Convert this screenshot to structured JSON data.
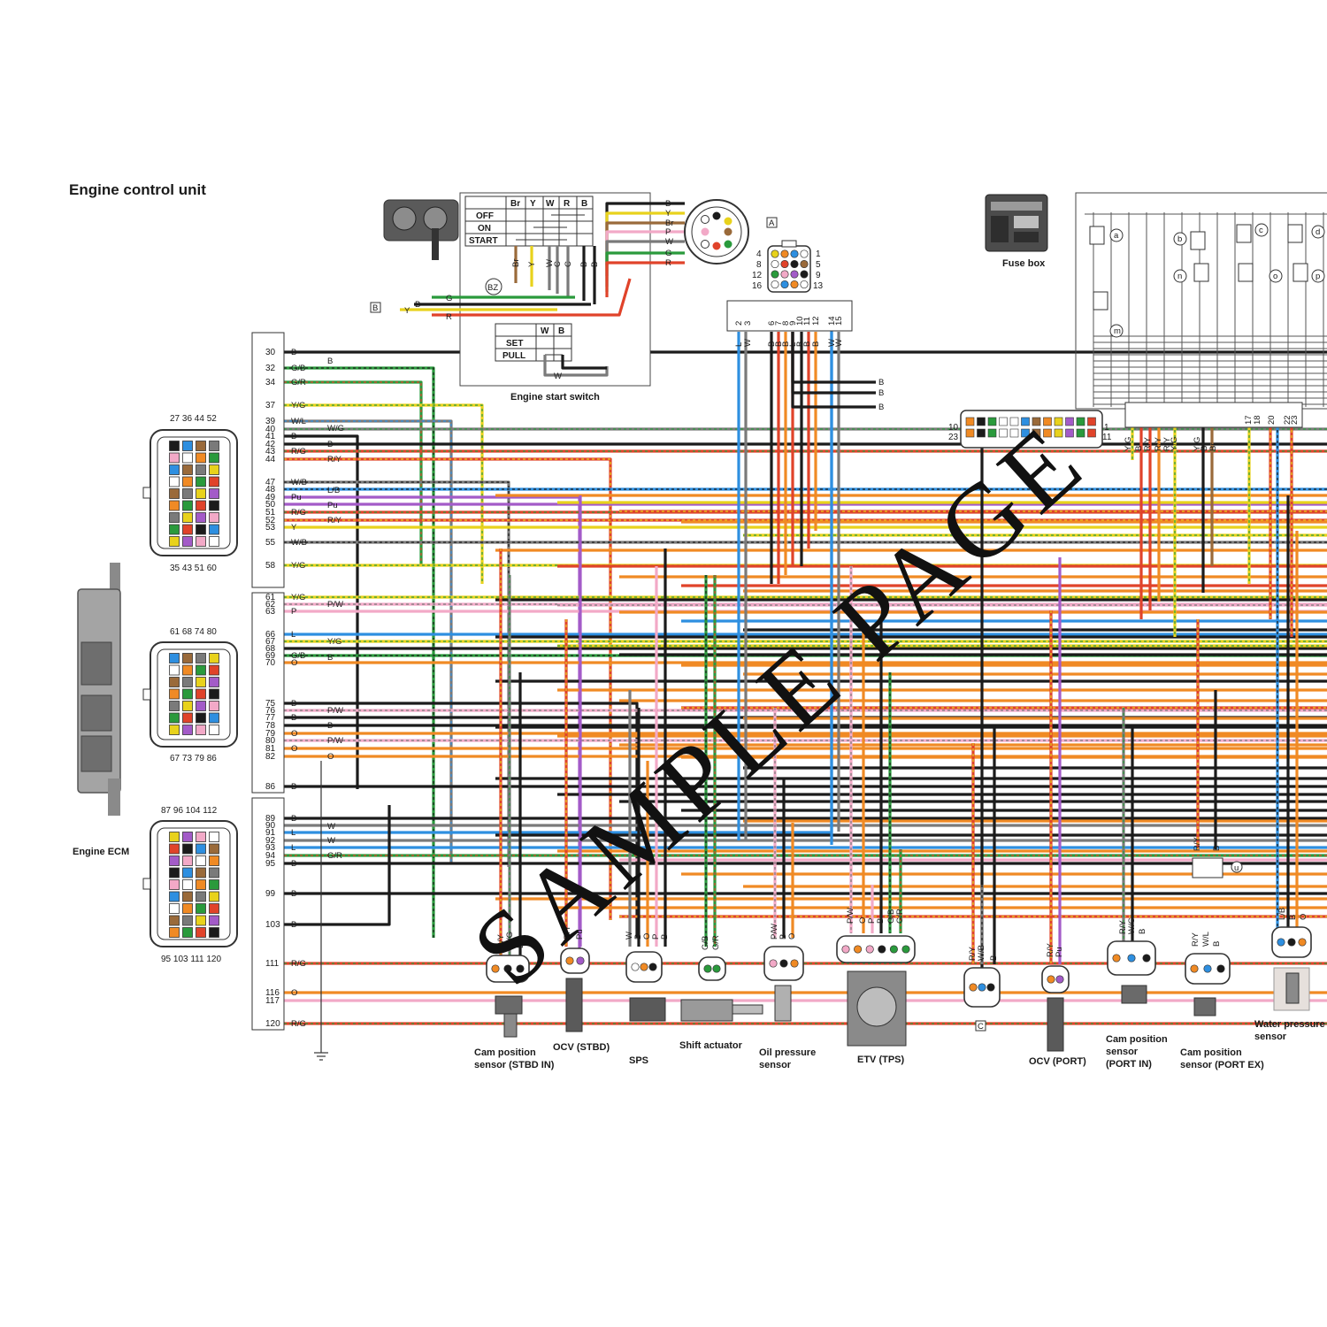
{
  "title": "Engine control unit",
  "watermark": "SAMPLE PAGE",
  "captions": {
    "engine_ecm": "Engine ECM",
    "engine_start_switch": "Engine start switch",
    "fuse_box": "Fuse box",
    "cam_stbd_in_1": "Cam position",
    "cam_stbd_in_2": "sensor (STBD IN)",
    "ocv_stbd": "OCV (STBD)",
    "sps": "SPS",
    "shift_actuator": "Shift actuator",
    "oil_pressure_1": "Oil pressure",
    "oil_pressure_2": "sensor",
    "etv": "ETV (TPS)",
    "ocv_port": "OCV (PORT)",
    "cam_port_in_1": "Cam position",
    "cam_port_in_2": "sensor",
    "cam_port_in_3": "(PORT IN)",
    "cam_port_ex_1": "Cam position",
    "cam_port_ex_2": "sensor (PORT EX)",
    "water_pressure_1": "Water pressure",
    "water_pressure_2": "sensor"
  },
  "connector_labels": {
    "c1_top": "27 36 44 52",
    "c1_bottom": "35 43 51 60",
    "c2_top": "61 68 74 80",
    "c2_bottom": "67 73 79 86",
    "c3_top": "87  96 104 112",
    "c3_bottom": "95  103 111 120",
    "box_a": "A",
    "box_b": "B",
    "box_c": "C",
    "bz": "BZ",
    "j_4": "4",
    "j_8": "8",
    "j_12": "12",
    "j_16": "16",
    "j_1": "1",
    "j_5": "5",
    "j_9": "9",
    "j_13": "13",
    "h_10": "10",
    "h_23": "23",
    "h_1": "1",
    "h_11": "11"
  },
  "switch_table": {
    "headers": [
      "Br",
      "Y",
      "W",
      "R",
      "B"
    ],
    "rows": [
      "OFF",
      "ON",
      "START"
    ],
    "set_headers": [
      "W",
      "B"
    ],
    "set_rows": [
      "SET",
      "PULL"
    ]
  },
  "switch_wires": [
    "B",
    "Y",
    "Br",
    "P",
    "W",
    "G",
    "R"
  ],
  "switch_bottom_wires": [
    "Br",
    "Y",
    "W",
    "C",
    "C",
    "B",
    "B"
  ],
  "switch_left_wires": [
    "G",
    "B",
    "Y",
    "R"
  ],
  "switch_w": "W",
  "junction_pins": [
    "2",
    "3",
    "6",
    "7",
    "8",
    "9",
    "10",
    "11",
    "12",
    "14",
    "15"
  ],
  "junction_colors": [
    "L",
    "W",
    "B",
    "B",
    "B",
    "L",
    "B",
    "B",
    "B",
    "W",
    "W"
  ],
  "fuse_circles": [
    "a",
    "b",
    "c",
    "d",
    "n",
    "o",
    "p",
    "m"
  ],
  "fuse_pin_labels": [
    "17",
    "18",
    "20",
    "22",
    "23"
  ],
  "fuse_wire_labels": [
    "Y/G",
    "B",
    "R/Y",
    "R/Y",
    "R/Y",
    "Y/G",
    "Y/G",
    "B",
    "Br"
  ],
  "right_b": [
    "B",
    "B",
    "B"
  ],
  "colors": {
    "B": "#1b1b1b",
    "W": "#7a7a7a",
    "L": "#2e8fe0",
    "G": "#2a9a3c",
    "R": "#e0432a",
    "O": "#f08a24",
    "Y": "#e8d21c",
    "P": "#f2a9c7",
    "Pu": "#a35bc8",
    "Br": "#9a6a3a",
    "GR": "#7a8a3c"
  },
  "ecm_pins": [
    {
      "pin": "30",
      "wire": "B"
    },
    {
      "pin": "32",
      "wire": "G/B"
    },
    {
      "pin": "34",
      "wire": "G/R"
    },
    {
      "pin": "37",
      "wire": "Y/G"
    },
    {
      "pin": "39",
      "wire": "W/L"
    },
    {
      "pin": "40",
      "wire": ""
    },
    {
      "pin": "41",
      "wire": "B"
    },
    {
      "pin": "42",
      "wire": ""
    },
    {
      "pin": "43",
      "wire": "R/G"
    },
    {
      "pin": "44",
      "wire": ""
    },
    {
      "pin": "47",
      "wire": "W/B"
    },
    {
      "pin": "48",
      "wire": ""
    },
    {
      "pin": "49",
      "wire": "Pu"
    },
    {
      "pin": "50",
      "wire": ""
    },
    {
      "pin": "51",
      "wire": "R/G"
    },
    {
      "pin": "52",
      "wire": ""
    },
    {
      "pin": "53",
      "wire": "Y"
    },
    {
      "pin": "55",
      "wire": "W/B"
    },
    {
      "pin": "58",
      "wire": "Y/G"
    },
    {
      "pin": "61",
      "wire": "Y/G"
    },
    {
      "pin": "62",
      "wire": ""
    },
    {
      "pin": "63",
      "wire": "P"
    },
    {
      "pin": "66",
      "wire": "L"
    },
    {
      "pin": "67",
      "wire": ""
    },
    {
      "pin": "68",
      "wire": ""
    },
    {
      "pin": "69",
      "wire": "G/B"
    },
    {
      "pin": "70",
      "wire": "O"
    },
    {
      "pin": "75",
      "wire": "B"
    },
    {
      "pin": "76",
      "wire": ""
    },
    {
      "pin": "77",
      "wire": "B"
    },
    {
      "pin": "78",
      "wire": ""
    },
    {
      "pin": "79",
      "wire": "O"
    },
    {
      "pin": "80",
      "wire": ""
    },
    {
      "pin": "81",
      "wire": "O"
    },
    {
      "pin": "82",
      "wire": ""
    },
    {
      "pin": "86",
      "wire": "B"
    },
    {
      "pin": "89",
      "wire": "B"
    },
    {
      "pin": "90",
      "wire": ""
    },
    {
      "pin": "91",
      "wire": "L"
    },
    {
      "pin": "92",
      "wire": ""
    },
    {
      "pin": "93",
      "wire": "L"
    },
    {
      "pin": "94",
      "wire": ""
    },
    {
      "pin": "95",
      "wire": "B"
    },
    {
      "pin": "99",
      "wire": "B"
    },
    {
      "pin": "103",
      "wire": "B"
    },
    {
      "pin": "111",
      "wire": "R/G"
    },
    {
      "pin": "116",
      "wire": "O"
    },
    {
      "pin": "117",
      "wire": ""
    },
    {
      "pin": "120",
      "wire": "R/G"
    }
  ],
  "mid_labels": [
    "B",
    "W/G",
    "B",
    "R/Y",
    "L/B",
    "Pu",
    "R/Y",
    "P/W",
    "Y/G",
    "B",
    "P/W",
    "B",
    "P/W",
    "O",
    "W",
    "W",
    "G/R"
  ],
  "sensor_wires": {
    "cam_stbd": [
      "R/Y",
      "W/G",
      "B"
    ],
    "ocv_stbd": [
      "R/Y",
      "Pu"
    ],
    "sps": [
      "W",
      "B",
      "O",
      "P",
      "B"
    ],
    "shift": [
      "G/B",
      "G/R"
    ],
    "oil": [
      "P/W",
      "B",
      "O"
    ],
    "etv": [
      "P/W",
      "O",
      "P",
      "B",
      "G/B",
      "G/R"
    ],
    "c_conn": [
      "R/Y",
      "W/B",
      "B"
    ],
    "ocv_port": [
      "R/Y",
      "Pu"
    ],
    "cam_port_in": [
      "R/Y",
      "W/G",
      "B"
    ],
    "cam_port_ex": [
      "R/Y",
      "W/L",
      "B"
    ],
    "water": [
      "L/B",
      "B",
      "O"
    ],
    "u_label": "u",
    "u_wires": [
      "R/Y",
      "B"
    ]
  }
}
